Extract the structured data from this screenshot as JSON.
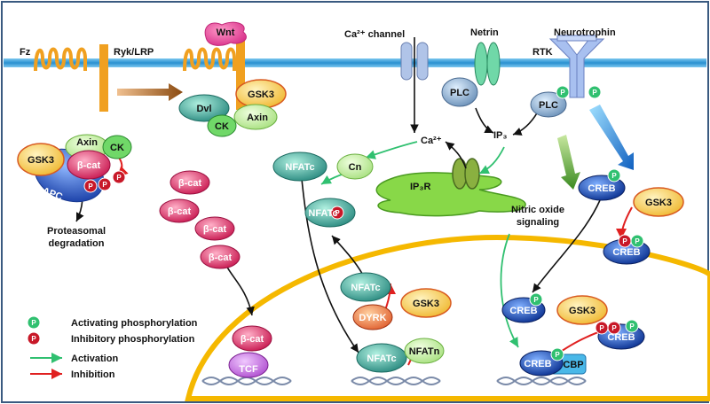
{
  "membrane_labels": {
    "fz": "Fz",
    "ryk_lrp": "Ryk/LRP",
    "wnt": "Wnt",
    "ca_channel": "Ca²⁺ channel",
    "netrin": "Netrin",
    "neurotrophin": "Neurotrophin",
    "rtk": "RTK"
  },
  "wnt_complex": {
    "dvl": "Dvl",
    "gsk3": "GSK3",
    "axin": "Axin",
    "ck": "CK"
  },
  "destruction_complex": {
    "gsk3": "GSK3",
    "axin": "Axin",
    "ck": "CK",
    "bcat": "β-cat",
    "apc": "APC",
    "p": "P",
    "outcome_line1": "Proteasomal",
    "outcome_line2": "degradation"
  },
  "bcat_stack": {
    "items": [
      "β-cat",
      "β-cat",
      "β-cat",
      "β-cat"
    ],
    "nuclear_bcat": "β-cat",
    "tcf": "TCF"
  },
  "calcium_pathway": {
    "ca2": "Ca²⁺",
    "ip3": "IP₃",
    "ip3r": "IP₃R",
    "plc_left": "PLC",
    "plc_right": "PLC",
    "cn": "Cn",
    "nfatc_1": "NFATc",
    "nfatc_2": "NFATc",
    "nfatc_3": "NFATc",
    "nfatc_4": "NFATc",
    "dyrk": "DYRK",
    "gsk3": "GSK3",
    "nfatn": "NFATn",
    "p": "P"
  },
  "creb_pathway": {
    "creb_1": "CREB",
    "creb_2": "CREB",
    "creb_3": "CREB",
    "creb_4": "CREB",
    "creb_5": "CREB",
    "gsk3_top": "GSK3",
    "gsk3_bottom": "GSK3",
    "cbp": "CBP",
    "no_line1": "Nitric oxide",
    "no_line2": "signaling",
    "p": "P"
  },
  "legend": {
    "activating": "Activating phosphorylation",
    "inhibitory": "Inhibitory phosphorylation",
    "activation": "Activation",
    "inhibition": "Inhibition",
    "p": "P"
  },
  "colors": {
    "membrane": "#3aa0d8",
    "receptor_orange": "#f0a020",
    "wnt_magenta": "#e8509a",
    "bcat_red": "#d02050",
    "green_light": "#c8f0a0",
    "teal": "#3a9a90",
    "creb_blue": "#1040a0",
    "gsk3_yellow": "#f8d050",
    "nucleus_border": "#f5b800",
    "er_green": "#80d040",
    "activation_arrow": "#30c070",
    "inhibition_arrow": "#e02020"
  }
}
